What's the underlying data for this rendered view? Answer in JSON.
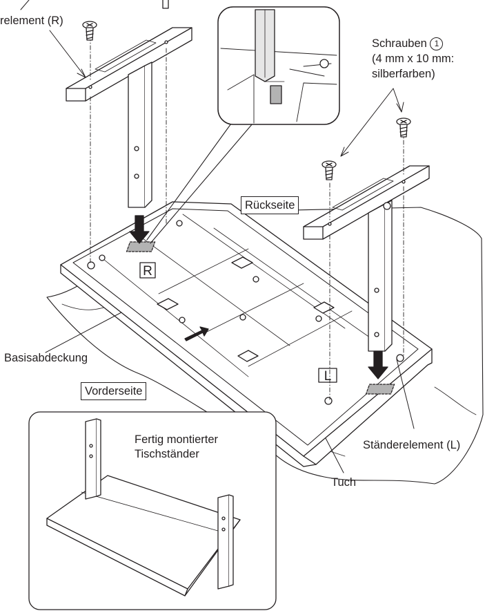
{
  "labels": {
    "staender_r": "relement (R)",
    "schrauben_line1": "Schrauben ",
    "schrauben_circle_num": "1",
    "schrauben_line2": "(4 mm x 10 mm:",
    "schrauben_line3": "silberfarben)",
    "rueckseite": "Rückseite",
    "basisabdeckung": "Basisabdeckung",
    "vorderseite": "Vorderseite",
    "fertig_line1": "Fertig montierter",
    "fertig_line2": "Tischständer",
    "staender_l": "Ständerelement (L)",
    "tuch": "Tuch",
    "mark_r": "R",
    "mark_l": "L"
  },
  "colors": {
    "line": "#231f20",
    "callout_fill": "#e6e6e6",
    "marker_fill": "#b3b3b3"
  }
}
